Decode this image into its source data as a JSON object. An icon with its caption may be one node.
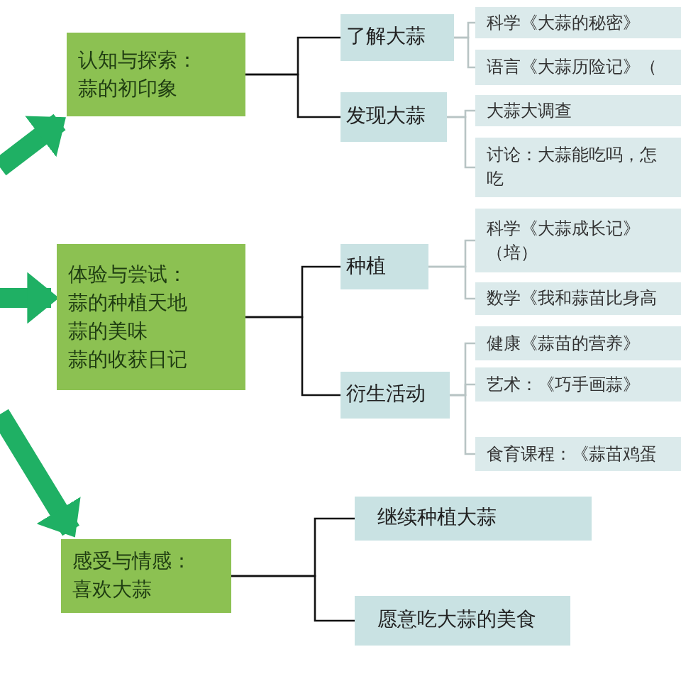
{
  "diagram": {
    "nodes": [
      {
        "text": [
          "认知与探索：",
          "蒜的初印象"
        ]
      },
      {
        "text": [
          "了解大蒜"
        ]
      },
      {
        "text": [
          "发现大蒜"
        ]
      },
      {
        "text": [
          "科学《大蒜的秘密》"
        ]
      },
      {
        "text": [
          "语言《大蒜历险记》（"
        ]
      },
      {
        "text": [
          "大蒜大调查"
        ]
      },
      {
        "text": [
          "讨论：大蒜能吃吗，怎吃"
        ]
      },
      {
        "text": [
          "体验与尝试：",
          "蒜的种植天地",
          "蒜的美味",
          "蒜的收获日记"
        ]
      },
      {
        "text": [
          "种植"
        ]
      },
      {
        "text": [
          "衍生活动"
        ]
      },
      {
        "text": [
          "科学《大蒜成长记》（培）"
        ]
      },
      {
        "text": [
          "数学《我和蒜苗比身高"
        ]
      },
      {
        "text": [
          "健康《蒜苗的营养》"
        ]
      },
      {
        "text": [
          "艺术：《巧手画蒜》"
        ]
      },
      {
        "text": [
          "食育课程：《蒜苗鸡蛋"
        ]
      },
      {
        "text": [
          "感受与情感：",
          "喜欢大蒜"
        ]
      },
      {
        "text": [
          "继续种植大蒜"
        ]
      },
      {
        "text": [
          "愿意吃大蒜的美食"
        ]
      }
    ],
    "edges": [
      {
        "from": null,
        "to": 0,
        "arrow": "to",
        "style": "thick",
        "color": "#1fb064"
      },
      {
        "from": null,
        "to": 7,
        "arrow": "to",
        "style": "thick",
        "color": "#1fb064"
      },
      {
        "from": null,
        "to": 15,
        "arrow": "to",
        "style": "thick",
        "color": "#1fb064"
      },
      {
        "from": 0,
        "to": 1,
        "arrow": "none",
        "color": "#111111"
      },
      {
        "from": 0,
        "to": 2,
        "arrow": "none",
        "color": "#111111"
      },
      {
        "from": 1,
        "to": 3,
        "arrow": "none",
        "color": "#b8c4c4"
      },
      {
        "from": 1,
        "to": 4,
        "arrow": "none",
        "color": "#b8c4c4"
      },
      {
        "from": 2,
        "to": 5,
        "arrow": "none",
        "color": "#b8c4c4"
      },
      {
        "from": 2,
        "to": 6,
        "arrow": "none",
        "color": "#b8c4c4"
      },
      {
        "from": 7,
        "to": 8,
        "arrow": "none",
        "color": "#111111"
      },
      {
        "from": 7,
        "to": 9,
        "arrow": "none",
        "color": "#111111"
      },
      {
        "from": 8,
        "to": 10,
        "arrow": "none",
        "color": "#b8c4c4"
      },
      {
        "from": 8,
        "to": 11,
        "arrow": "none",
        "color": "#b8c4c4"
      },
      {
        "from": 9,
        "to": 12,
        "arrow": "none",
        "color": "#b8c4c4"
      },
      {
        "from": 9,
        "to": 13,
        "arrow": "none",
        "color": "#b8c4c4"
      },
      {
        "from": 9,
        "to": 14,
        "arrow": "none",
        "color": "#b8c4c4"
      },
      {
        "from": 15,
        "to": 16,
        "arrow": "none",
        "color": "#111111"
      },
      {
        "from": 15,
        "to": 17,
        "arrow": "none",
        "color": "#111111"
      }
    ]
  }
}
